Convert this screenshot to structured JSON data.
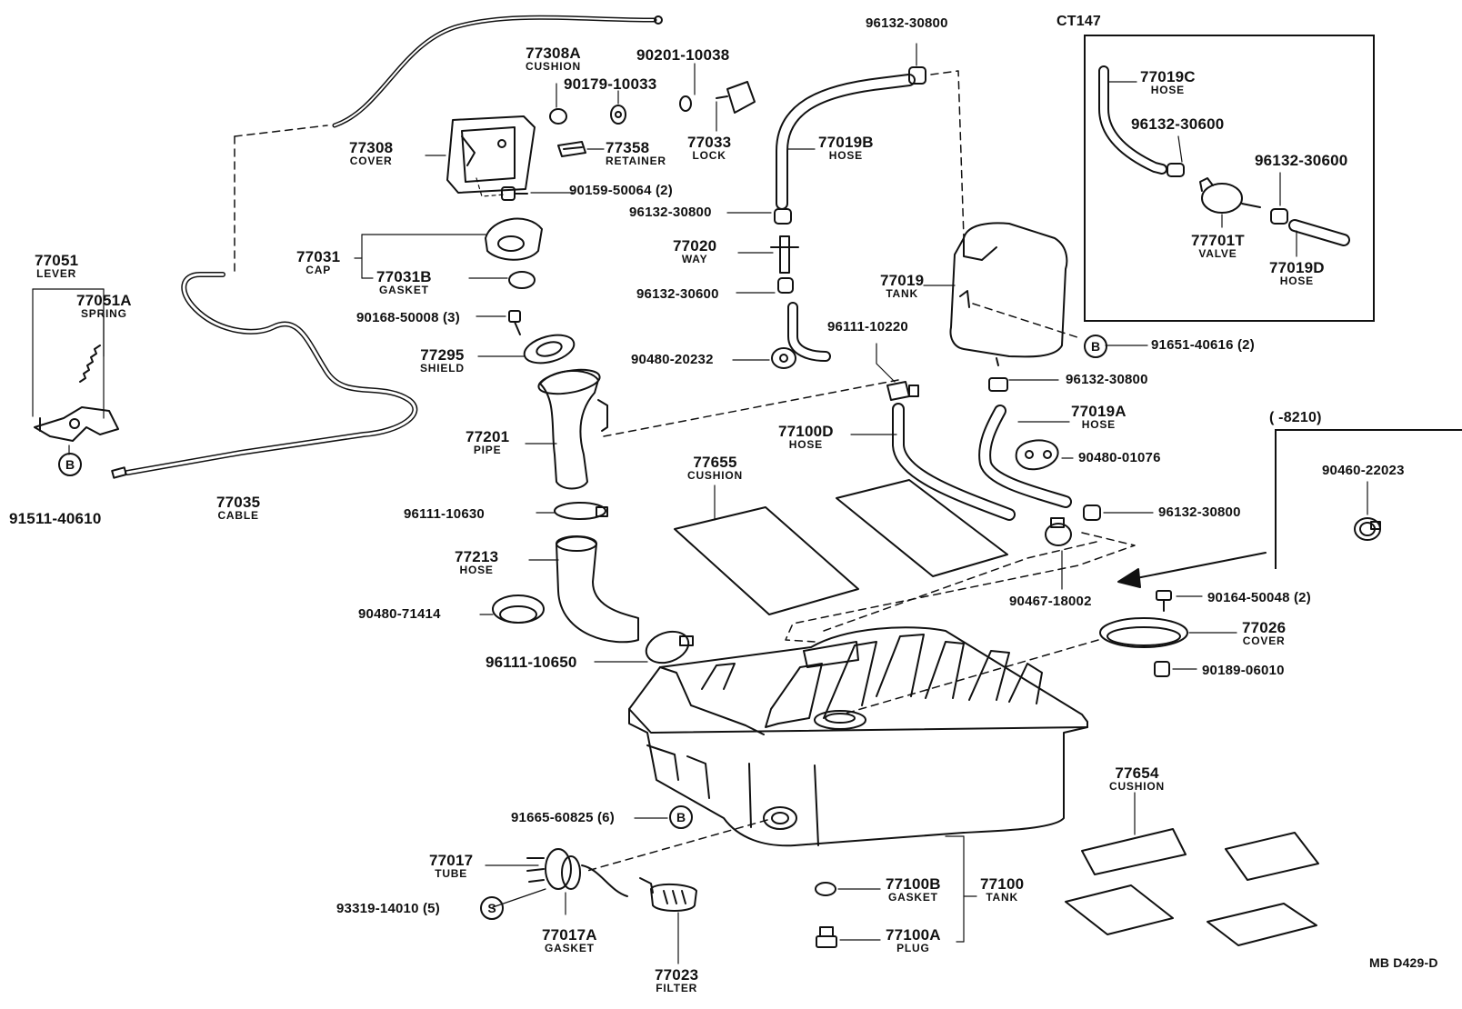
{
  "drawing_code": "MB D429-D",
  "insert_ct147": {
    "title": "CT147"
  },
  "insert_8210": {
    "title": "(        -8210)"
  },
  "marks": {
    "b1": "B",
    "b2": "B",
    "b3": "B",
    "s1": "S"
  },
  "parts": {
    "p77051": {
      "num": "77051",
      "sub": "LEVER"
    },
    "p77051a": {
      "num": "77051A",
      "sub": "SPRING"
    },
    "p91511": {
      "num": "91511-40610"
    },
    "p77035": {
      "num": "77035",
      "sub": "CABLE"
    },
    "p77308a": {
      "num": "77308A",
      "sub": "CUSHION"
    },
    "p90201": {
      "num": "90201-10038"
    },
    "p90179": {
      "num": "90179-10033"
    },
    "p77308": {
      "num": "77308",
      "sub": "COVER"
    },
    "p77358": {
      "num": "77358",
      "sub": "RETAINER"
    },
    "p77033": {
      "num": "77033",
      "sub": "LOCK"
    },
    "p90159": {
      "num": "90159-50064 (2)"
    },
    "p77031": {
      "num": "77031",
      "sub": "CAP"
    },
    "p77031b": {
      "num": "77031B",
      "sub": "GASKET"
    },
    "p90168": {
      "num": "90168-50008 (3)"
    },
    "p77295": {
      "num": "77295",
      "sub": "SHIELD"
    },
    "p77201": {
      "num": "77201",
      "sub": "PIPE"
    },
    "p96111_10630": {
      "num": "96111-10630"
    },
    "p77213": {
      "num": "77213",
      "sub": "HOSE"
    },
    "p90480_71414": {
      "num": "90480-71414"
    },
    "p96111_10650": {
      "num": "96111-10650"
    },
    "p96132_30800_top": {
      "num": "96132-30800"
    },
    "p77019b": {
      "num": "77019B",
      "sub": "HOSE"
    },
    "p96132_30800_a": {
      "num": "96132-30800"
    },
    "p77020": {
      "num": "77020",
      "sub": "WAY"
    },
    "p96132_30600_a": {
      "num": "96132-30600"
    },
    "p90480_20232": {
      "num": "90480-20232"
    },
    "p77019": {
      "num": "77019",
      "sub": "TANK"
    },
    "p96111_10220": {
      "num": "96111-10220"
    },
    "p91651": {
      "num": "91651-40616 (2)"
    },
    "p96132_30800_b": {
      "num": "96132-30800"
    },
    "p77100d": {
      "num": "77100D",
      "sub": "HOSE"
    },
    "p77019a": {
      "num": "77019A",
      "sub": "HOSE"
    },
    "p90480_01076": {
      "num": "90480-01076"
    },
    "p77655": {
      "num": "77655",
      "sub": "CUSHION"
    },
    "p96132_30800_c": {
      "num": "96132-30800"
    },
    "p90467": {
      "num": "90467-18002"
    },
    "p90460": {
      "num": "90460-22023"
    },
    "p90164": {
      "num": "90164-50048 (2)"
    },
    "p77026": {
      "num": "77026",
      "sub": "COVER"
    },
    "p90189": {
      "num": "90189-06010"
    },
    "p91665": {
      "num": "91665-60825 (6)"
    },
    "p77654": {
      "num": "77654",
      "sub": "CUSHION"
    },
    "p77017": {
      "num": "77017",
      "sub": "TUBE"
    },
    "p93319": {
      "num": "93319-14010 (5)"
    },
    "p77017a": {
      "num": "77017A",
      "sub": "GASKET"
    },
    "p77023": {
      "num": "77023",
      "sub": "FILTER"
    },
    "p77100b": {
      "num": "77100B",
      "sub": "GASKET"
    },
    "p77100": {
      "num": "77100",
      "sub": "TANK"
    },
    "p77100a": {
      "num": "77100A",
      "sub": "PLUG"
    },
    "p77019c": {
      "num": "77019C",
      "sub": "HOSE"
    },
    "p96132_30600_b": {
      "num": "96132-30600"
    },
    "p96132_30600_c": {
      "num": "96132-30600"
    },
    "p77701t": {
      "num": "77701T",
      "sub": "VALVE"
    },
    "p77019d": {
      "num": "77019D",
      "sub": "HOSE"
    }
  }
}
